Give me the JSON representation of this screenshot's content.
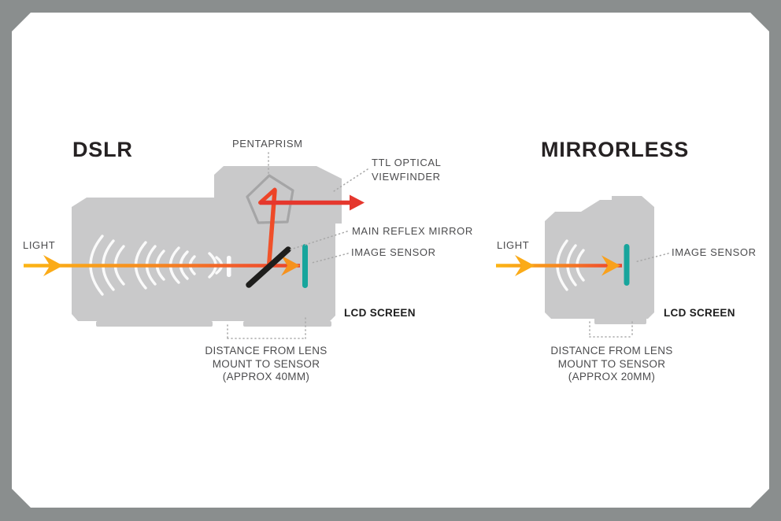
{
  "frame": {
    "background": "#8a8e8e",
    "panel_background": "#ffffff"
  },
  "colors": {
    "camera_body_gray": "#c9c9ca",
    "pentaprism_outline": "#a5a5a6",
    "light_yellow": "#fcb515",
    "light_orange": "#f1572b",
    "light_red": "#e5372d",
    "sensor_teal": "#17a59c",
    "mirror_black": "#1e1e1c",
    "label_text": "#4c4c4e",
    "title_text": "#262223",
    "leader_dotted": "#a9a9a9"
  },
  "dslr": {
    "title": "DSLR",
    "light_label": "LIGHT",
    "labels": {
      "pentaprism": "PENTAPRISM",
      "ttl_line1": "TTL OPTICAL",
      "ttl_line2": "VIEWFINDER",
      "main_reflex_mirror": "MAIN REFLEX MIRROR",
      "image_sensor": "IMAGE SENSOR",
      "lcd_screen": "LCD SCREEN"
    },
    "distance": {
      "line1": "DISTANCE FROM LENS",
      "line2": "MOUNT TO SENSOR",
      "line3": "(APPROX 40MM)"
    }
  },
  "mirrorless": {
    "title": "MIRRORLESS",
    "light_label": "LIGHT",
    "labels": {
      "image_sensor": "IMAGE SENSOR",
      "lcd_screen": "LCD SCREEN"
    },
    "distance": {
      "line1": "DISTANCE FROM LENS",
      "line2": "MOUNT TO SENSOR",
      "line3": "(APPROX 20MM)"
    }
  }
}
